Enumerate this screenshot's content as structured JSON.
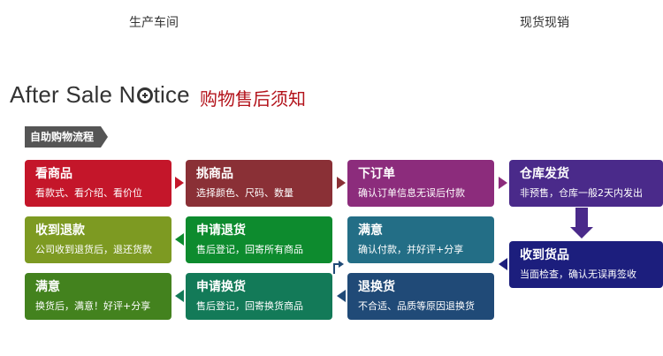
{
  "header": {
    "tab_workshop": "生产车间",
    "tab_spot": "现货现销"
  },
  "title": {
    "en_before": "After Sale N",
    "en_after": "tice",
    "cn": "购物售后须知"
  },
  "section_tag": "自助购物流程",
  "cards": {
    "view": {
      "title": "看商品",
      "desc": "看款式、看介绍、看价位"
    },
    "pick": {
      "title": "挑商品",
      "desc": "选择颜色、尺码、数量"
    },
    "order": {
      "title": "下订单",
      "desc": "确认订单信息无误后付款"
    },
    "ship": {
      "title": "仓库发货",
      "desc": "非预售，仓库一般2天内发出"
    },
    "refund_received": {
      "title": "收到退款",
      "desc": "公司收到退货后，退还货款"
    },
    "refund_apply": {
      "title": "申请退货",
      "desc": "售后登记，回寄所有商品"
    },
    "satisfied_1": {
      "title": "满意",
      "desc": "确认付款，并好评+分享"
    },
    "receive": {
      "title": "收到货品",
      "desc": "当面检查，确认无误再签收"
    },
    "satisfied_2": {
      "title": "满意",
      "desc": "换货后，满意！好评+分享"
    },
    "exchange_apply": {
      "title": "申请换货",
      "desc": "售后登记，回寄换货商品"
    },
    "return_exchange": {
      "title": "退换货",
      "desc": "不合适、品质等原因退换货"
    }
  },
  "colors": {
    "accent_red": "#b3131b",
    "view": "#c4162a",
    "pick": "#8a3036",
    "order": "#8c2c7c",
    "ship": "#4a2a8a",
    "refund_received": "#7d9a22",
    "refund_apply": "#0d8b2e",
    "satisfied_1": "#236e86",
    "receive": "#1c1e7d",
    "satisfied_2": "#43821e",
    "exchange_apply": "#137a58",
    "return_exchange": "#204a77"
  }
}
